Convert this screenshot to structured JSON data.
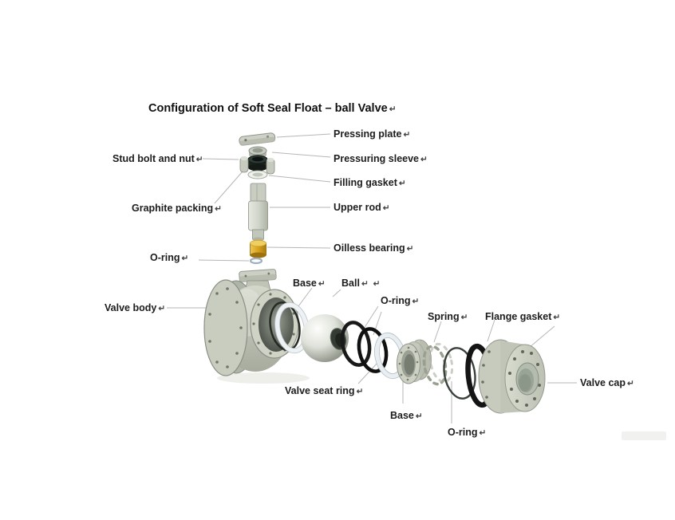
{
  "title": {
    "text": "Configuration of Soft Seal Float – ball Valve",
    "mark": "↵"
  },
  "labels": {
    "pressing_plate": {
      "text": "Pressing plate",
      "mark": "↵"
    },
    "stud_bolt": {
      "text": "Stud bolt and nut",
      "mark": "↵"
    },
    "pressuring_sleeve": {
      "text": "Pressuring sleeve",
      "mark": "↵"
    },
    "filling_gasket": {
      "text": "Filling gasket",
      "mark": "↵"
    },
    "graphite_packing": {
      "text": "Graphite packing",
      "mark": "↵"
    },
    "upper_rod": {
      "text": "Upper rod",
      "mark": "↵"
    },
    "oilless_bearing": {
      "text": "Oilless bearing",
      "mark": "↵"
    },
    "o_ring_left": {
      "text": "O-ring",
      "mark": "↵"
    },
    "valve_body": {
      "text": "Valve body",
      "mark": "↵"
    },
    "base_top": {
      "text": "Base",
      "mark": "↵"
    },
    "ball": {
      "text": "Ball",
      "mark": "↵  ↵"
    },
    "o_ring_ball": {
      "text": "O-ring",
      "mark": "↵"
    },
    "spring": {
      "text": "Spring",
      "mark": "↵"
    },
    "flange_gasket": {
      "text": "Flange gasket",
      "mark": "↵"
    },
    "valve_seat_ring": {
      "text": "Valve seat ring",
      "mark": "↵"
    },
    "base_bottom": {
      "text": "Base",
      "mark": "↵"
    },
    "o_ring_bottom": {
      "text": "O-ring",
      "mark": "↵"
    },
    "valve_cap": {
      "text": "Valve cap",
      "mark": "↵"
    }
  },
  "parts": [
    "pressing-plate",
    "pressuring-sleeve",
    "graphite-packing",
    "stud-bolts",
    "filling-gasket",
    "upper-rod",
    "oilless-bearing",
    "small-o-ring",
    "valve-body",
    "seat-ring-left",
    "ball",
    "black-o-rings",
    "seat-ring-right",
    "base-ring",
    "springs",
    "thin-o-ring",
    "flange-gasket",
    "valve-cap"
  ],
  "colors": {
    "metal": "#c7ccbe",
    "metal_dark": "#8f958a",
    "bearing_yellow": "#d8a31e",
    "o_ring_black": "#1a1a1a",
    "seat_white": "#e9eef2",
    "leader_line": "#b6b6b6",
    "label_text": "#1c1c1c",
    "background": "#ffffff"
  }
}
